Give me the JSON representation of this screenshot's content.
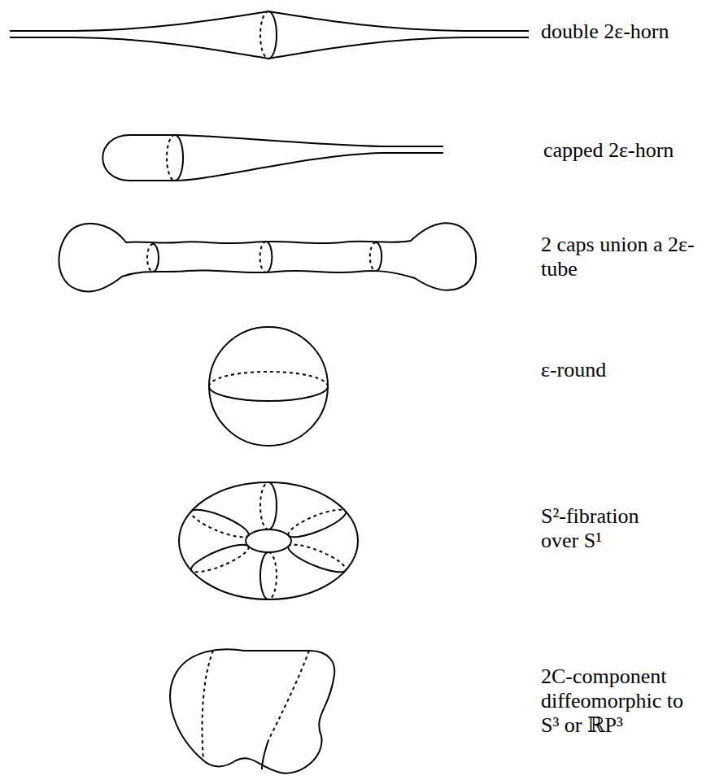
{
  "diagram": {
    "labels": [
      "double 2ε-horn",
      "capped 2ε-horn",
      "2 caps union a 2ε-tube",
      "ε-round",
      "S²-fibration over S¹",
      "2C-component diffeomorphic to S³ or ℝP³"
    ]
  }
}
